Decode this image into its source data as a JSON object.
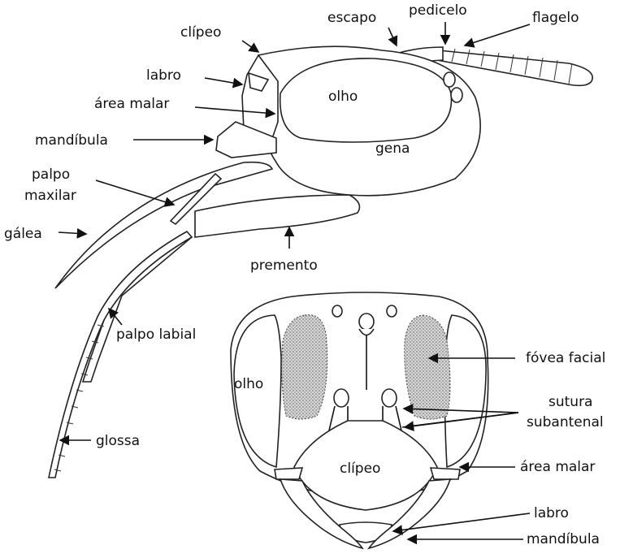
{
  "labels": {
    "clipeo_side": "clípeo",
    "escapo": "escapo",
    "pedicelo": "pedicelo",
    "flagelo": "flagelo",
    "labro_side": "labro",
    "area_malar_side": "área malar",
    "olho_side": "olho",
    "mandibula_side": "mandíbula",
    "gena": "gena",
    "palpo": "palpo",
    "maxilar": "maxilar",
    "galea": "gálea",
    "premento": "premento",
    "palpo_labial": "palpo labial",
    "glossa": "glossa",
    "olho_front": "olho",
    "fovea_facial": "fóvea facial",
    "sutura": "sutura",
    "subantenal": "subantenal",
    "clipeo_front": "clípeo",
    "area_malar_front": "área malar",
    "labro_front": "labro",
    "mandibula_front": "mandíbula"
  }
}
